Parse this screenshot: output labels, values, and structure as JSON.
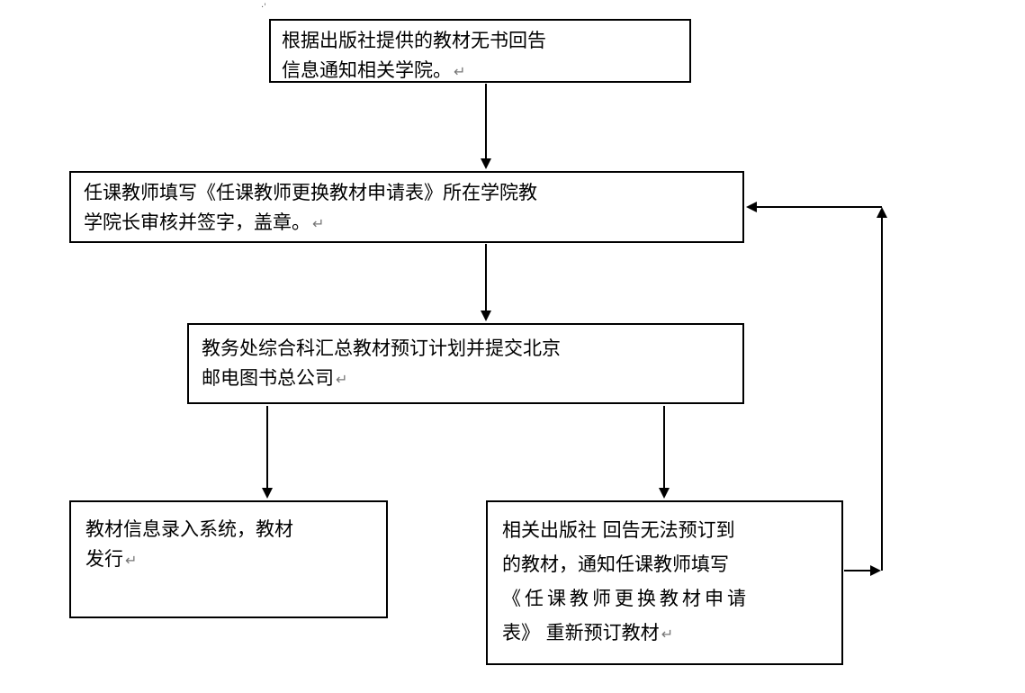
{
  "corner_mark": "·ˈ",
  "paragraph_mark": "↵",
  "steps": [
    {
      "lines": [
        "根据出版社提供的教材无书回告",
        "信息通知相关学院。"
      ]
    },
    {
      "lines": [
        "任课教师填写《任课教师更换教材申请表》所在学院教",
        "学院长审核并签字，盖章。"
      ]
    },
    {
      "lines": [
        "教务处综合科汇总教材预订计划并提交北京",
        "邮电图书总公司"
      ]
    },
    {
      "lines": [
        "教材信息录入系统，教材",
        "发行"
      ]
    },
    {
      "lines": [
        "相关出版社 回告无法预订到",
        "的教材，通知任课教师填写",
        "《任课教师更换教材申请",
        "表》 重新预订教材"
      ]
    }
  ]
}
